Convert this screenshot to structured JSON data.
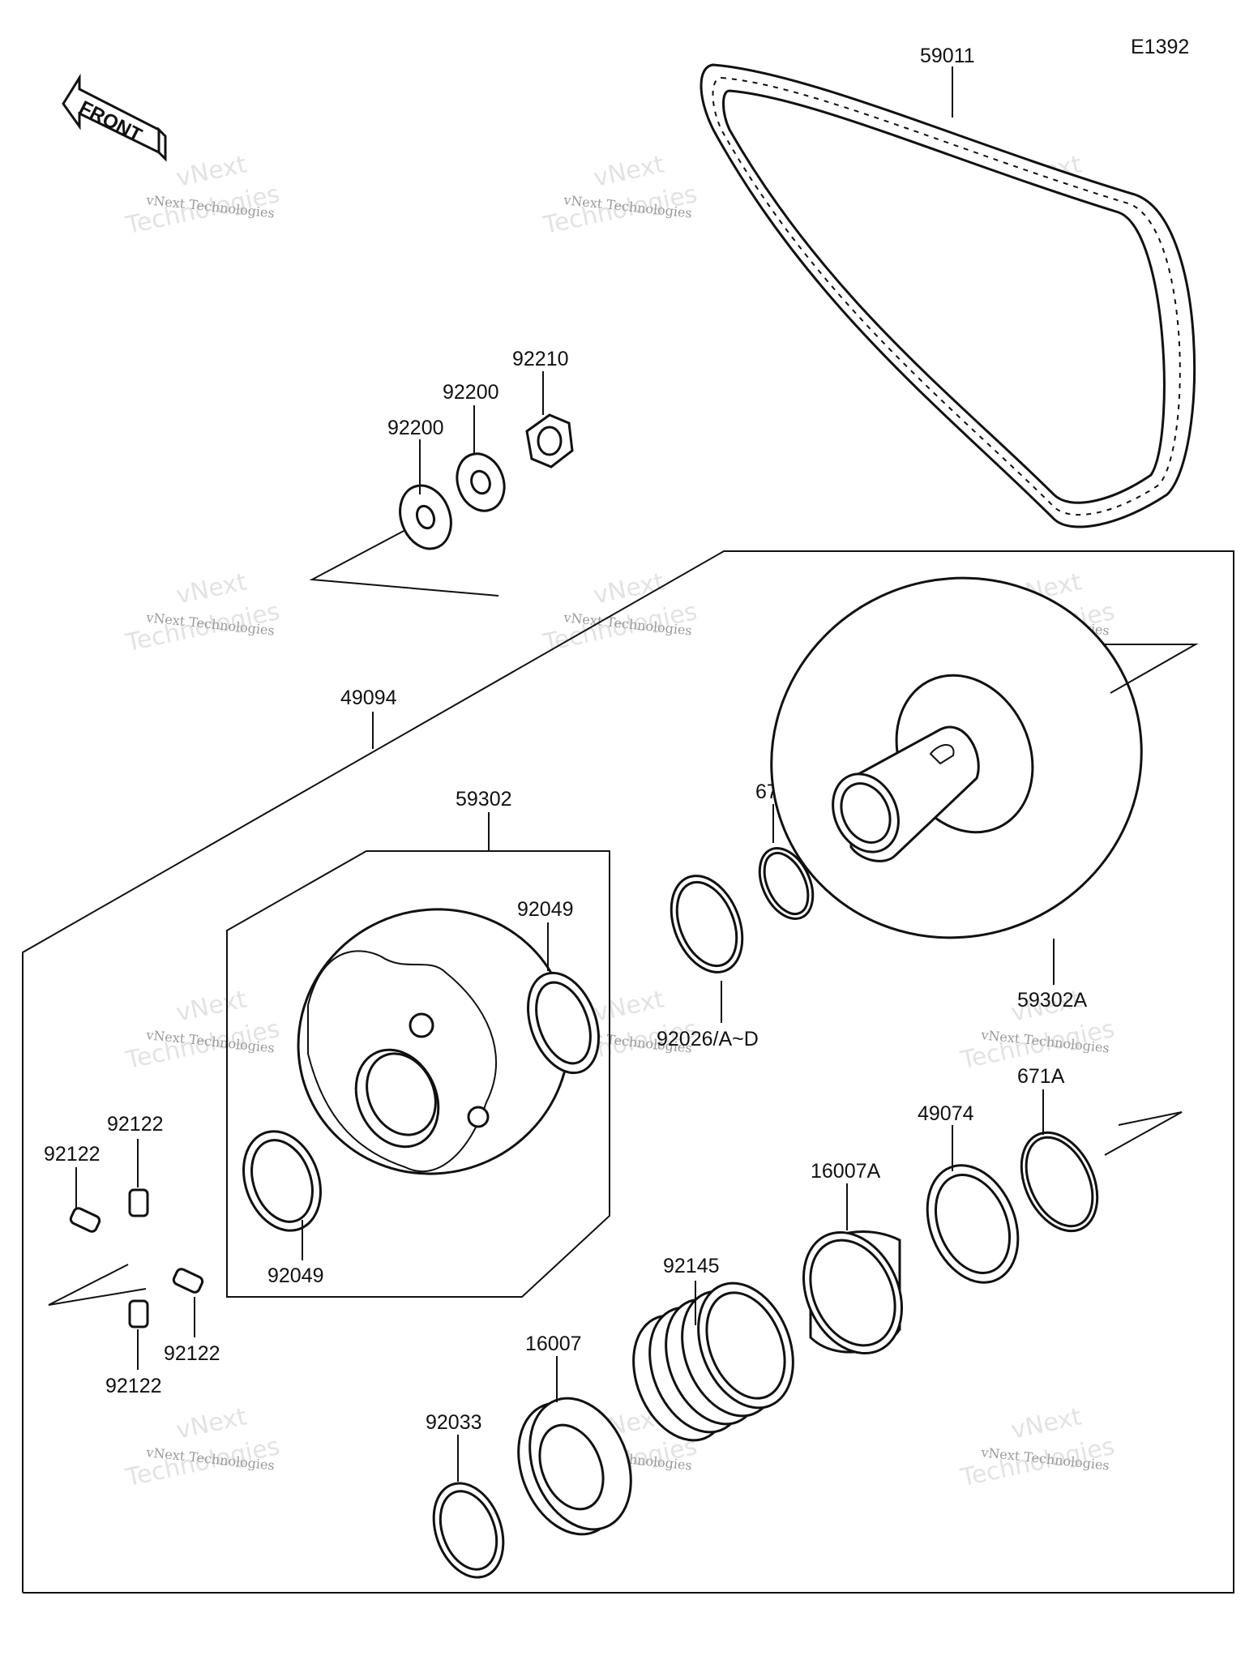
{
  "diagram": {
    "ref_code": "E1392",
    "front_label": "FRONT",
    "watermark": {
      "line1": "vNext",
      "line2": "vNext Technologies",
      "line3": "Technologies"
    },
    "part_labels": {
      "belt": "59011",
      "washer_a": "92200",
      "washer_b": "92200",
      "nut": "92210",
      "assembly": "49094",
      "sheave_moving": "59302",
      "sheave_fixed": "59302A",
      "ring_671": "671",
      "shim": "92026/A~D",
      "seal_top": "92049",
      "seal_bottom": "92049",
      "pin_1": "92122",
      "pin_2": "92122",
      "pin_3": "92122",
      "pin_4": "92122",
      "ring_671a": "671A",
      "washer_49074": "49074",
      "cam_16007a": "16007A",
      "spring": "92145",
      "cam_16007": "16007",
      "circlip": "92033"
    }
  }
}
